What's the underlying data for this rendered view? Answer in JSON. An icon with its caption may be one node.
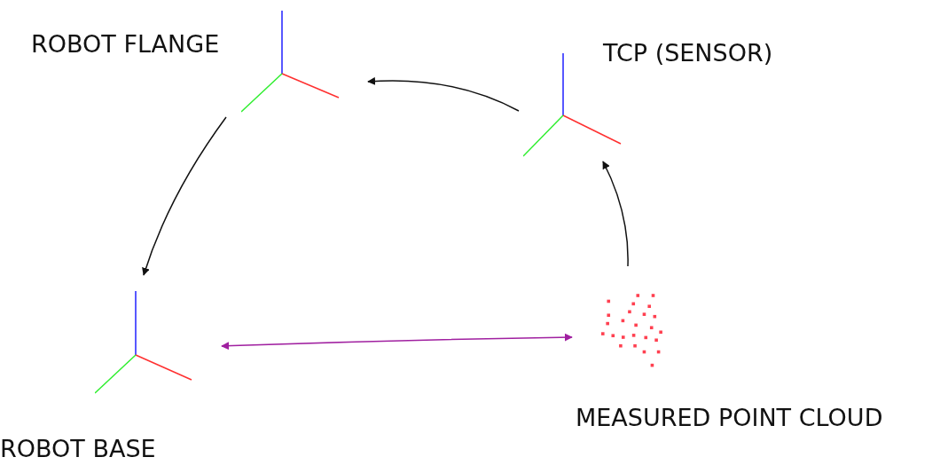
{
  "diagram": {
    "nodes": [
      {
        "text": [
          "ROBOT FLANGE"
        ]
      },
      {
        "text": [
          "TCP (SENSOR)"
        ]
      },
      {
        "text": [
          "ROBOT BASE"
        ]
      },
      {
        "text": [
          "MEASURED POINT CLOUD"
        ]
      }
    ],
    "edges": [
      {
        "from": 1,
        "to": 0,
        "arrow": "to"
      },
      {
        "from": 0,
        "to": 2,
        "arrow": "to"
      },
      {
        "from": 3,
        "to": 1,
        "arrow": "to"
      },
      {
        "from": 2,
        "to": 3,
        "arrow": "both",
        "color": "#a020a0"
      }
    ]
  }
}
